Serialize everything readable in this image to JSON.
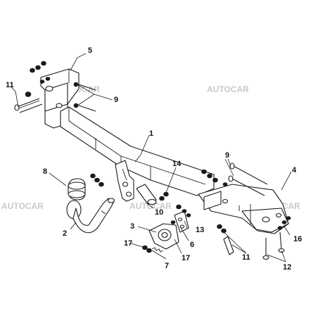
{
  "watermark": "AUTOCAR",
  "callouts": {
    "c1": "1",
    "c2": "2",
    "c3": "3",
    "c4": "4",
    "c5": "5",
    "c6": "6",
    "c7": "7",
    "c8": "8",
    "c9a": "9",
    "c9b": "9",
    "c10": "10",
    "c11a": "11",
    "c11b": "11",
    "c12": "12",
    "c13": "13",
    "c14": "14",
    "c16": "16",
    "c17a": "17",
    "c17b": "17"
  },
  "colors": {
    "line": "#1a1a1a",
    "watermark": "#c9c9c9",
    "background": "#ffffff"
  }
}
